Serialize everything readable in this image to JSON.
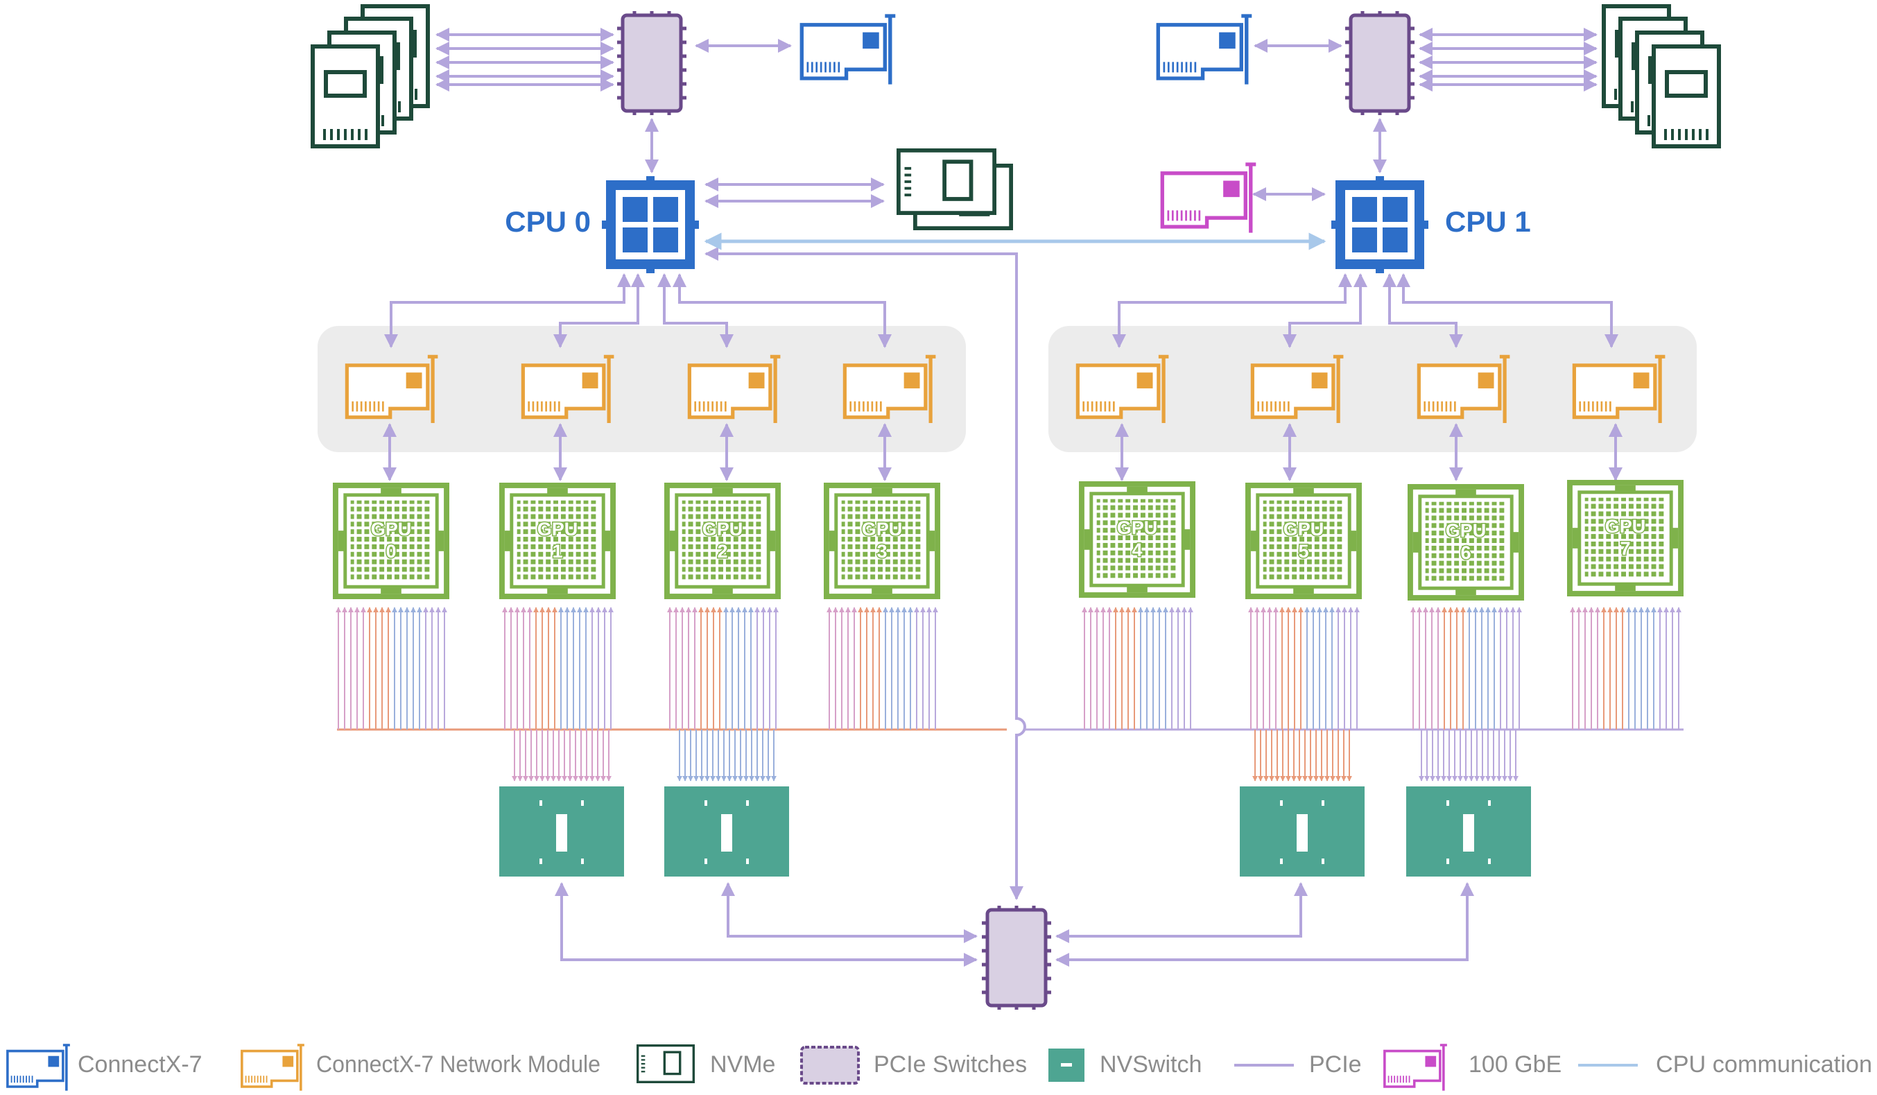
{
  "cpus": [
    {
      "label": "CPU 0"
    },
    {
      "label": "CPU 1"
    }
  ],
  "gpus": [
    {
      "line1": "GPU",
      "line2": "0"
    },
    {
      "line1": "GPU",
      "line2": "1"
    },
    {
      "line1": "GPU",
      "line2": "2"
    },
    {
      "line1": "GPU",
      "line2": "3"
    },
    {
      "line1": "GPU",
      "line2": "4"
    },
    {
      "line1": "GPU",
      "line2": "5"
    },
    {
      "line1": "GPU",
      "line2": "6"
    },
    {
      "line1": "GPU",
      "line2": "7"
    }
  ],
  "legend": [
    {
      "icon": "connectx7-card-icon",
      "label": "ConnectX-7"
    },
    {
      "icon": "connectx7-network-module-icon",
      "label": "ConnectX-7 Network Module"
    },
    {
      "icon": "nvme-drive-icon",
      "label": "NVMe"
    },
    {
      "icon": "pcie-switch-icon",
      "label": "PCIe Switches"
    },
    {
      "icon": "nvswitch-icon",
      "label": "NVSwitch"
    },
    {
      "icon": "pcie-line-icon",
      "label": "PCIe"
    },
    {
      "icon": "100gbe-card-icon",
      "label": "100 GbE"
    },
    {
      "icon": "cpu-communication-line-icon",
      "label": "CPU communication"
    }
  ],
  "colors": {
    "connectx7": "#2d6ec8",
    "connectx7_module": "#e8a23c",
    "nvme": "#1e4a3a",
    "pcie_switch_fill": "#d9d0e3",
    "pcie_switch_stroke": "#6a4a8a",
    "nvswitch": "#4ea592",
    "pcie_line": "#b3a5dc",
    "gbe100": "#c84cc8",
    "cpu_comm_line": "#a8c8ea",
    "gpu": "#7fb24b",
    "nvlink_pink": "#d6a0c8",
    "nvlink_orange": "#e89a7a",
    "nvlink_blue": "#9ab0dc",
    "nvlink_purple": "#b8a8dc"
  }
}
